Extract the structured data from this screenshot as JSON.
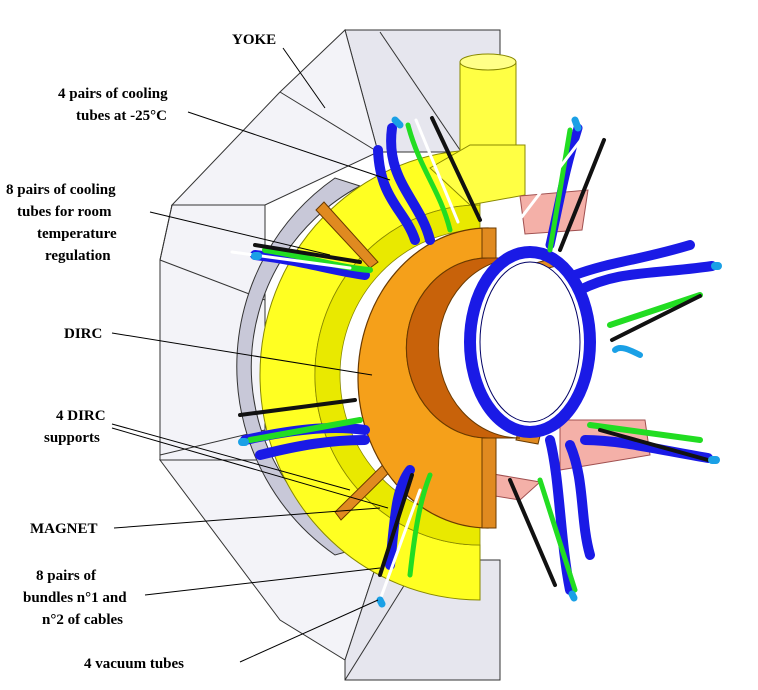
{
  "labels": {
    "yoke": "YOKE",
    "cooling_cold": [
      "4 pairs of cooling",
      "tubes at -25°C"
    ],
    "cooling_room": [
      "8 pairs of cooling",
      "tubes for room",
      "temperature",
      "regulation"
    ],
    "dirc": "DIRC",
    "dirc_supports": [
      "4 DIRC",
      "supports"
    ],
    "magnet": "MAGNET",
    "bundles": [
      "8 pairs of",
      "bundles n°1 and",
      "n°2 of cables"
    ],
    "vacuum": "4 vacuum tubes"
  },
  "colors": {
    "yoke_face": "#f2f2f8",
    "yoke_side": "#d8d8e6",
    "magnet": "#ffff22",
    "dirc": "#f5a01a",
    "dirc_inner": "#c8620a",
    "cold_tube": "#1a1ae6",
    "room_tube": "#22dd22",
    "cable_black": "#111111",
    "cable_white": "#ffffff",
    "tube_cyan": "#1aa0e6",
    "support": "#e08a20",
    "pink_plate": "#f4b0a8",
    "yellow_pipe": "#ffff44"
  }
}
